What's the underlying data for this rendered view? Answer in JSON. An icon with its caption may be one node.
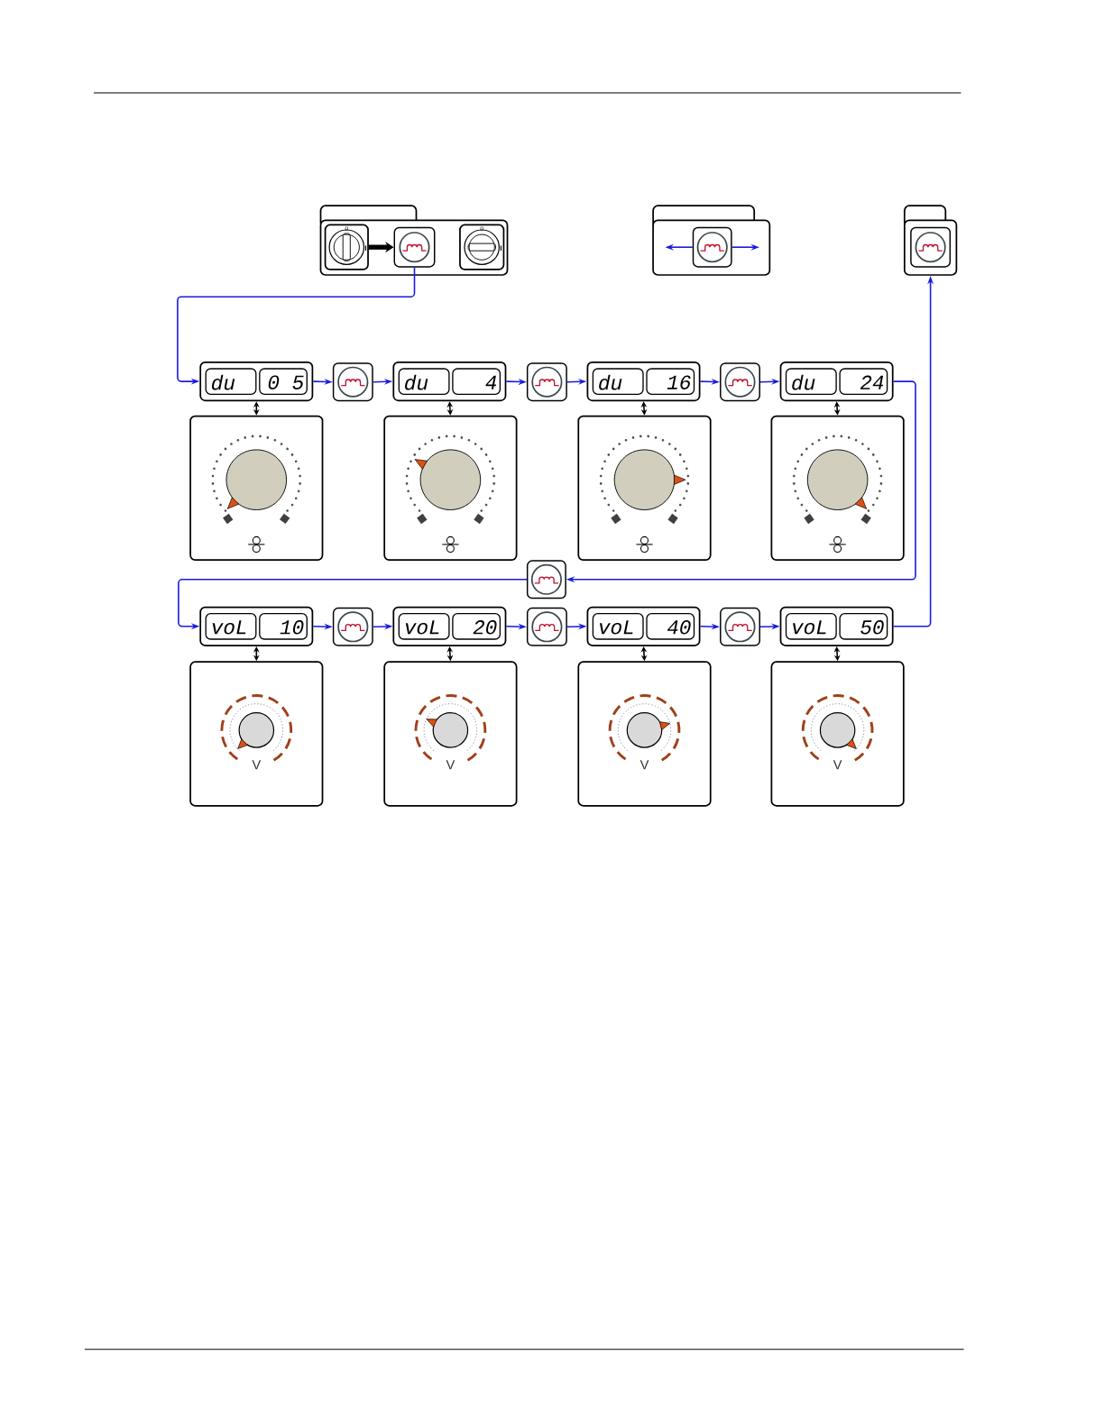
{
  "diagram": {
    "nodes": [
      {
        "text": [],
        "shape": "box"
      },
      {
        "text": [
          "0",
          "I"
        ],
        "in": 0
      },
      {
        "text": [],
        "shape": "button",
        "in": 0
      },
      {
        "text": [
          "0",
          "I"
        ],
        "in": 0
      },
      {
        "text": [],
        "shape": "box"
      },
      {
        "text": [],
        "shape": "button",
        "in": 4
      },
      {
        "text": [],
        "shape": "box"
      },
      {
        "text": [],
        "shape": "button",
        "in": 6
      },
      {
        "text": [
          "du",
          "0 5"
        ]
      },
      {
        "text": [],
        "shape": "button"
      },
      {
        "text": [
          "du",
          "4"
        ]
      },
      {
        "text": [],
        "shape": "button"
      },
      {
        "text": [
          "du",
          "16"
        ]
      },
      {
        "text": [],
        "shape": "button"
      },
      {
        "text": [
          "du",
          "24"
        ]
      },
      {
        "text": [],
        "shape": "box"
      },
      {
        "text": [],
        "shape": "box"
      },
      {
        "text": [],
        "shape": "box"
      },
      {
        "text": [],
        "shape": "box"
      },
      {
        "text": [],
        "shape": "button"
      },
      {
        "text": [
          "voL",
          "10"
        ]
      },
      {
        "text": [],
        "shape": "button"
      },
      {
        "text": [
          "voL",
          "20"
        ]
      },
      {
        "text": [],
        "shape": "button"
      },
      {
        "text": [
          "voL",
          "40"
        ]
      },
      {
        "text": [],
        "shape": "button"
      },
      {
        "text": [
          "voL",
          "50"
        ]
      },
      {
        "text": [
          "V"
        ]
      },
      {
        "text": [
          "V"
        ]
      },
      {
        "text": [
          "V"
        ]
      },
      {
        "text": [
          "V"
        ]
      }
    ],
    "edges": [
      {
        "from": 1,
        "to": 2,
        "arrow": "to",
        "style": "thick",
        "color": "#000000"
      },
      {
        "from": 5,
        "to": null,
        "arrow": "to"
      },
      {
        "from": 5,
        "to": null,
        "arrow": "to"
      },
      {
        "from": 2,
        "to": 8,
        "arrow": "to"
      },
      {
        "from": 8,
        "to": 9,
        "arrow": "to"
      },
      {
        "from": 9,
        "to": 10,
        "arrow": "to"
      },
      {
        "from": 10,
        "to": 11,
        "arrow": "to"
      },
      {
        "from": 11,
        "to": 12,
        "arrow": "to"
      },
      {
        "from": 12,
        "to": 13,
        "arrow": "to"
      },
      {
        "from": 13,
        "to": 14,
        "arrow": "to"
      },
      {
        "from": 14,
        "to": 19,
        "arrow": "to"
      },
      {
        "from": 19,
        "to": 20,
        "arrow": "to"
      },
      {
        "from": 20,
        "to": 21,
        "arrow": "to"
      },
      {
        "from": 21,
        "to": 22,
        "arrow": "to"
      },
      {
        "from": 22,
        "to": 23,
        "arrow": "to"
      },
      {
        "from": 23,
        "to": 24,
        "arrow": "to"
      },
      {
        "from": 24,
        "to": 25,
        "arrow": "to"
      },
      {
        "from": 25,
        "to": 26,
        "arrow": "to"
      },
      {
        "from": 26,
        "to": 6,
        "arrow": "to"
      },
      {
        "from": 8,
        "to": 15,
        "arrow": "both",
        "color": "#000000"
      },
      {
        "from": 10,
        "to": 16,
        "arrow": "both",
        "color": "#000000"
      },
      {
        "from": 12,
        "to": 17,
        "arrow": "both",
        "color": "#000000"
      },
      {
        "from": 14,
        "to": 18,
        "arrow": "both",
        "color": "#000000"
      },
      {
        "from": 20,
        "to": 27,
        "arrow": "both",
        "color": "#000000"
      },
      {
        "from": 22,
        "to": 28,
        "arrow": "both",
        "color": "#000000"
      },
      {
        "from": 24,
        "to": 29,
        "arrow": "both",
        "color": "#000000"
      },
      {
        "from": 26,
        "to": 30,
        "arrow": "both",
        "color": "#000000"
      }
    ]
  }
}
